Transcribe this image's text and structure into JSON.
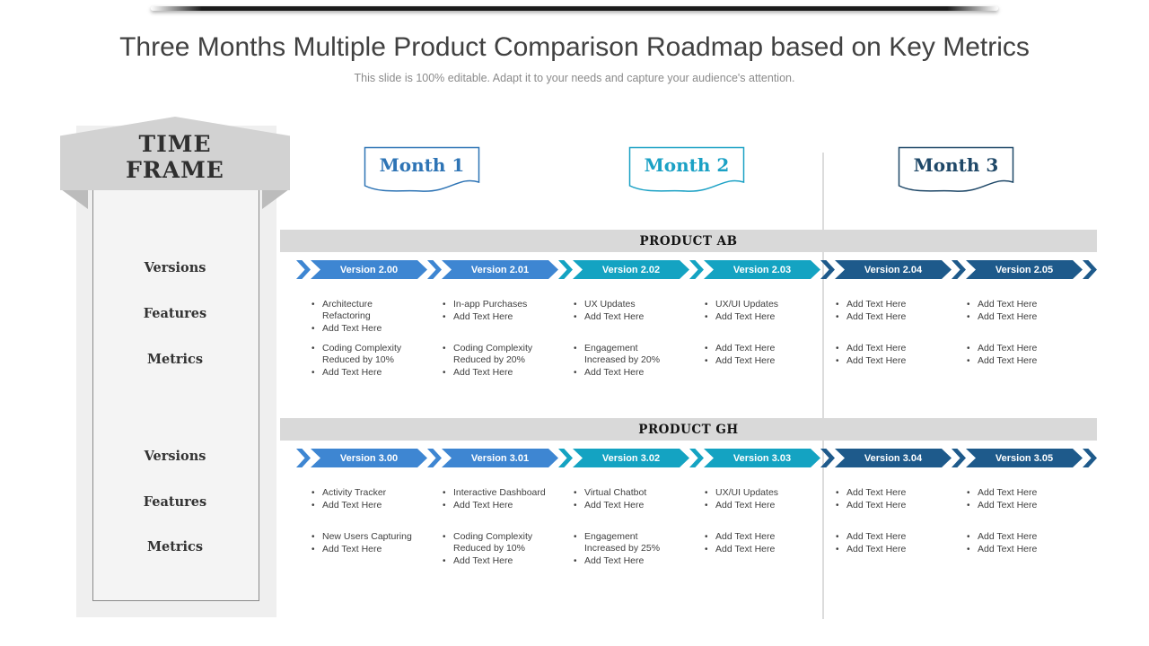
{
  "slide": {
    "title": "Three Months Multiple Product Comparison Roadmap based on Key Metrics",
    "subtitle": "This slide is 100% editable. Adapt it to your needs and capture your audience's attention."
  },
  "timeframe": {
    "title_line1": "TIME",
    "title_line2": "FRAME"
  },
  "side_labels": {
    "versions": "Versions",
    "features": "Features",
    "metrics": "Metrics"
  },
  "months": [
    {
      "label": "Month 1",
      "color": "#2e74b5"
    },
    {
      "label": "Month 2",
      "color": "#1ba1c5"
    },
    {
      "label": "Month 3",
      "color": "#1f4868"
    }
  ],
  "colors": {
    "band_blue": "#3e86d2",
    "band_teal": "#14a3c2",
    "band_dark": "#1e5a8b",
    "section_bar": "#d9d9d9",
    "banner_gray": "#d2d2d2"
  },
  "products": [
    {
      "name": "PRODUCT AB",
      "versions": [
        {
          "label": "Version 2.00",
          "features": [
            "Architecture Refactoring",
            "Add Text Here"
          ],
          "metrics": [
            "Coding Complexity Reduced by 10%",
            "Add Text Here"
          ]
        },
        {
          "label": "Version 2.01",
          "features": [
            "In-app Purchases",
            "Add Text Here"
          ],
          "metrics": [
            "Coding Complexity Reduced by 20%",
            "Add Text Here"
          ]
        },
        {
          "label": "Version 2.02",
          "features": [
            "UX Updates",
            "Add Text Here"
          ],
          "metrics": [
            "Engagement Increased by 20%",
            "Add Text Here"
          ]
        },
        {
          "label": "Version 2.03",
          "features": [
            "UX/UI Updates",
            "Add Text Here"
          ],
          "metrics": [
            "Add Text Here",
            "Add Text Here"
          ]
        },
        {
          "label": "Version 2.04",
          "features": [
            "Add Text Here",
            "Add Text Here"
          ],
          "metrics": [
            "Add Text Here",
            "Add Text Here"
          ]
        },
        {
          "label": "Version 2.05",
          "features": [
            "Add Text Here",
            "Add Text Here"
          ],
          "metrics": [
            "Add Text Here",
            "Add Text Here"
          ]
        }
      ]
    },
    {
      "name": "PRODUCT GH",
      "versions": [
        {
          "label": "Version 3.00",
          "features": [
            "Activity Tracker",
            "Add Text Here"
          ],
          "metrics": [
            "New Users Capturing",
            "Add Text Here"
          ]
        },
        {
          "label": "Version 3.01",
          "features": [
            "Interactive Dashboard",
            "Add Text Here"
          ],
          "metrics": [
            "Coding Complexity Reduced by 10%",
            "Add Text Here"
          ]
        },
        {
          "label": "Version 3.02",
          "features": [
            "Virtual Chatbot",
            "Add Text Here"
          ],
          "metrics": [
            "Engagement Increased by 25%",
            "Add Text Here"
          ]
        },
        {
          "label": "Version 3.03",
          "features": [
            "UX/UI Updates",
            "Add Text Here"
          ],
          "metrics": [
            "Add Text Here",
            "Add Text Here"
          ]
        },
        {
          "label": "Version 3.04",
          "features": [
            "Add Text Here",
            "Add Text Here"
          ],
          "metrics": [
            "Add Text Here",
            "Add Text Here"
          ]
        },
        {
          "label": "Version 3.05",
          "features": [
            "Add Text Here",
            "Add Text Here"
          ],
          "metrics": [
            "Add Text Here",
            "Add Text Here"
          ]
        }
      ]
    }
  ]
}
